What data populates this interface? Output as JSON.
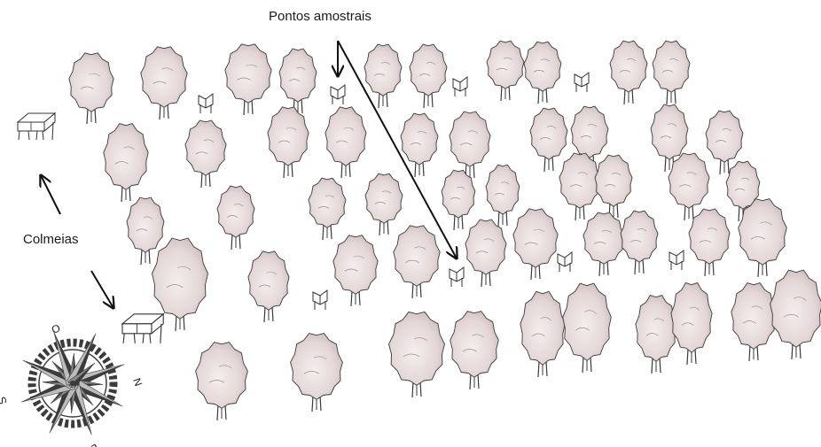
{
  "labels": {
    "sampling_points": "Pontos amostrais",
    "hives": "Colmeias"
  },
  "compass": {
    "north": "N",
    "south": "S",
    "east": "L",
    "west": "O"
  },
  "colors": {
    "tree_fill": "#eadfdf",
    "tree_shade": "#c9b7b7",
    "tree_outline": "#3a3a3a",
    "arrow": "#111111",
    "compass_dark": "#3b3b3b",
    "compass_light": "#bdbdbd"
  },
  "icons": [
    "tree-icon",
    "sampling-point-icon",
    "beehive-icon",
    "arrow-icon",
    "compass-rose-icon"
  ]
}
